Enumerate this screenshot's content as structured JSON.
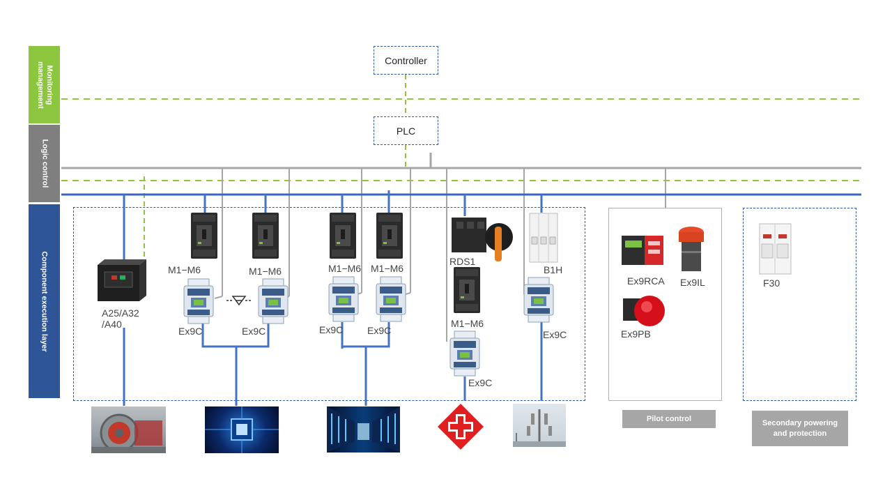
{
  "layers": {
    "monitoring": "Monitoring management",
    "logic": "Logic control",
    "execution": "Component execution layer"
  },
  "nodes": {
    "controller": "Controller",
    "plc": "PLC"
  },
  "components": {
    "breaker_air": "A25/A32\n/A40",
    "mccb_1": "M1−M6",
    "mccb_2": "M1−M6",
    "mccb_3": "M1−M6",
    "mccb_4": "M1−M6",
    "mccb_5": "M1−M6",
    "contactor_1": "Ex9C",
    "contactor_2": "Ex9C",
    "contactor_3": "Ex9C",
    "contactor_4": "Ex9C",
    "contactor_5": "Ex9C",
    "contactor_6": "Ex9C",
    "switch": "RDS1",
    "mcb": "B1H",
    "relay": "Ex9RCA",
    "indicator": "Ex9IL",
    "pushbutton": "Ex9PB",
    "fuse": "F30"
  },
  "tags": {
    "pilot": "Pilot control",
    "secondary": "Secondary powering and protection"
  },
  "colors": {
    "monitoring": "#8cc63f",
    "logic": "#7f7f7f",
    "execution": "#2e5597",
    "bus_gray": "#a6a6a6",
    "bus_green": "#8cc63f",
    "bus_blue": "#3a66c0",
    "tag": "#a6a6a6"
  },
  "icons": [
    "circuit-breaker-icon",
    "mccb-icon",
    "contactor-icon",
    "rotary-switch-icon",
    "mcb-icon",
    "relay-icon",
    "indicator-lamp-icon",
    "emergency-button-icon",
    "fuse-holder-icon",
    "motor-photo",
    "chip-photo",
    "datacenter-photo",
    "hospital-cross-icon",
    "telecom-tower-photo"
  ]
}
